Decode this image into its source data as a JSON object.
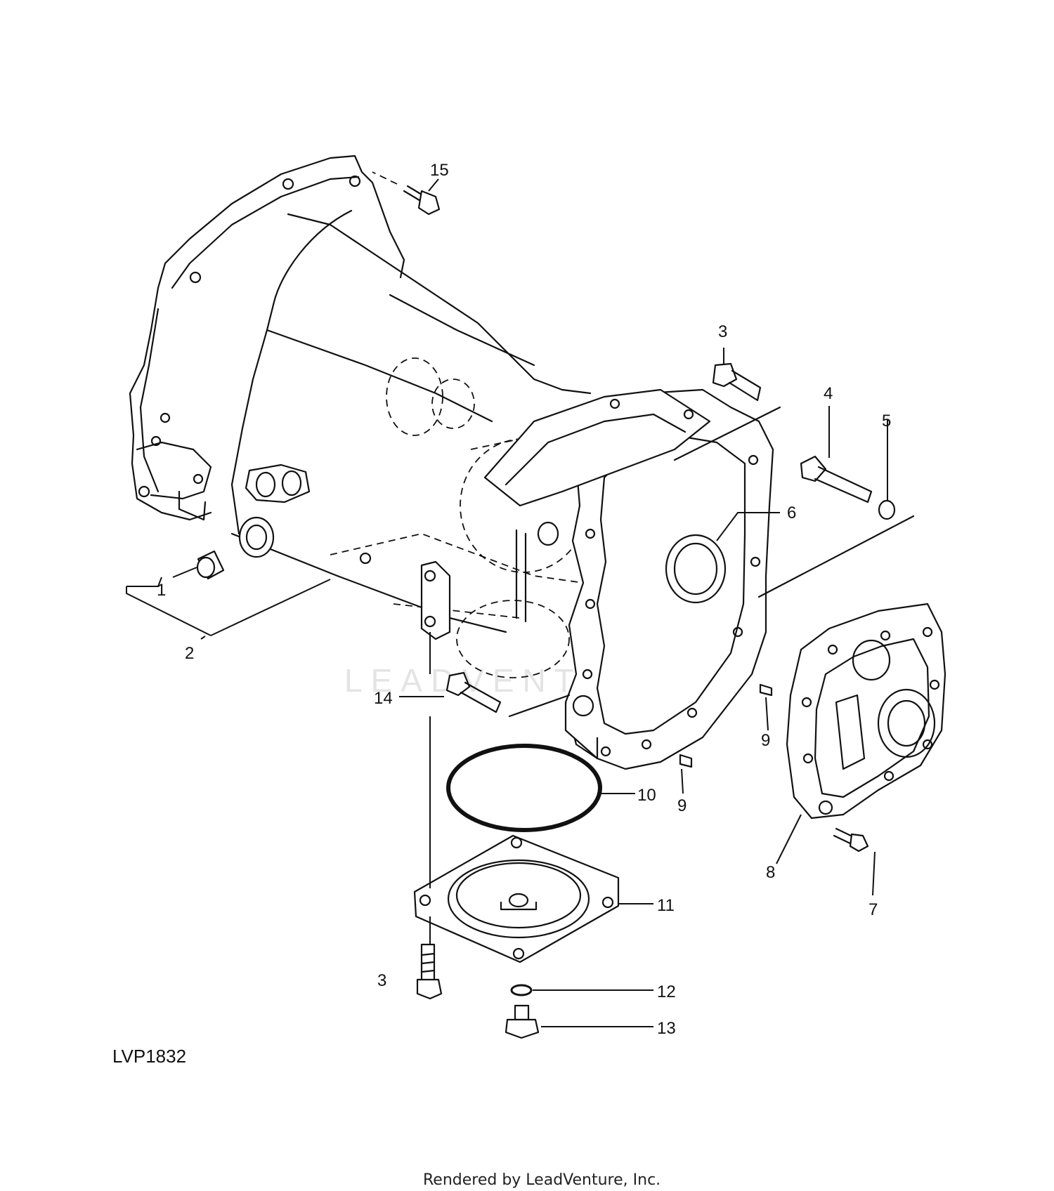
{
  "diagram": {
    "code": "LVP1832",
    "footer": "Rendered by LeadVenture, Inc.",
    "watermark": "LEADVENTURE",
    "callouts": {
      "c1": "1",
      "c2": "2",
      "c3a": "3",
      "c3b": "3",
      "c4": "4",
      "c5": "5",
      "c6": "6",
      "c7": "7",
      "c8": "8",
      "c9a": "9",
      "c9b": "9",
      "c10": "10",
      "c11": "11",
      "c12": "12",
      "c13": "13",
      "c14": "14",
      "c15": "15"
    }
  }
}
